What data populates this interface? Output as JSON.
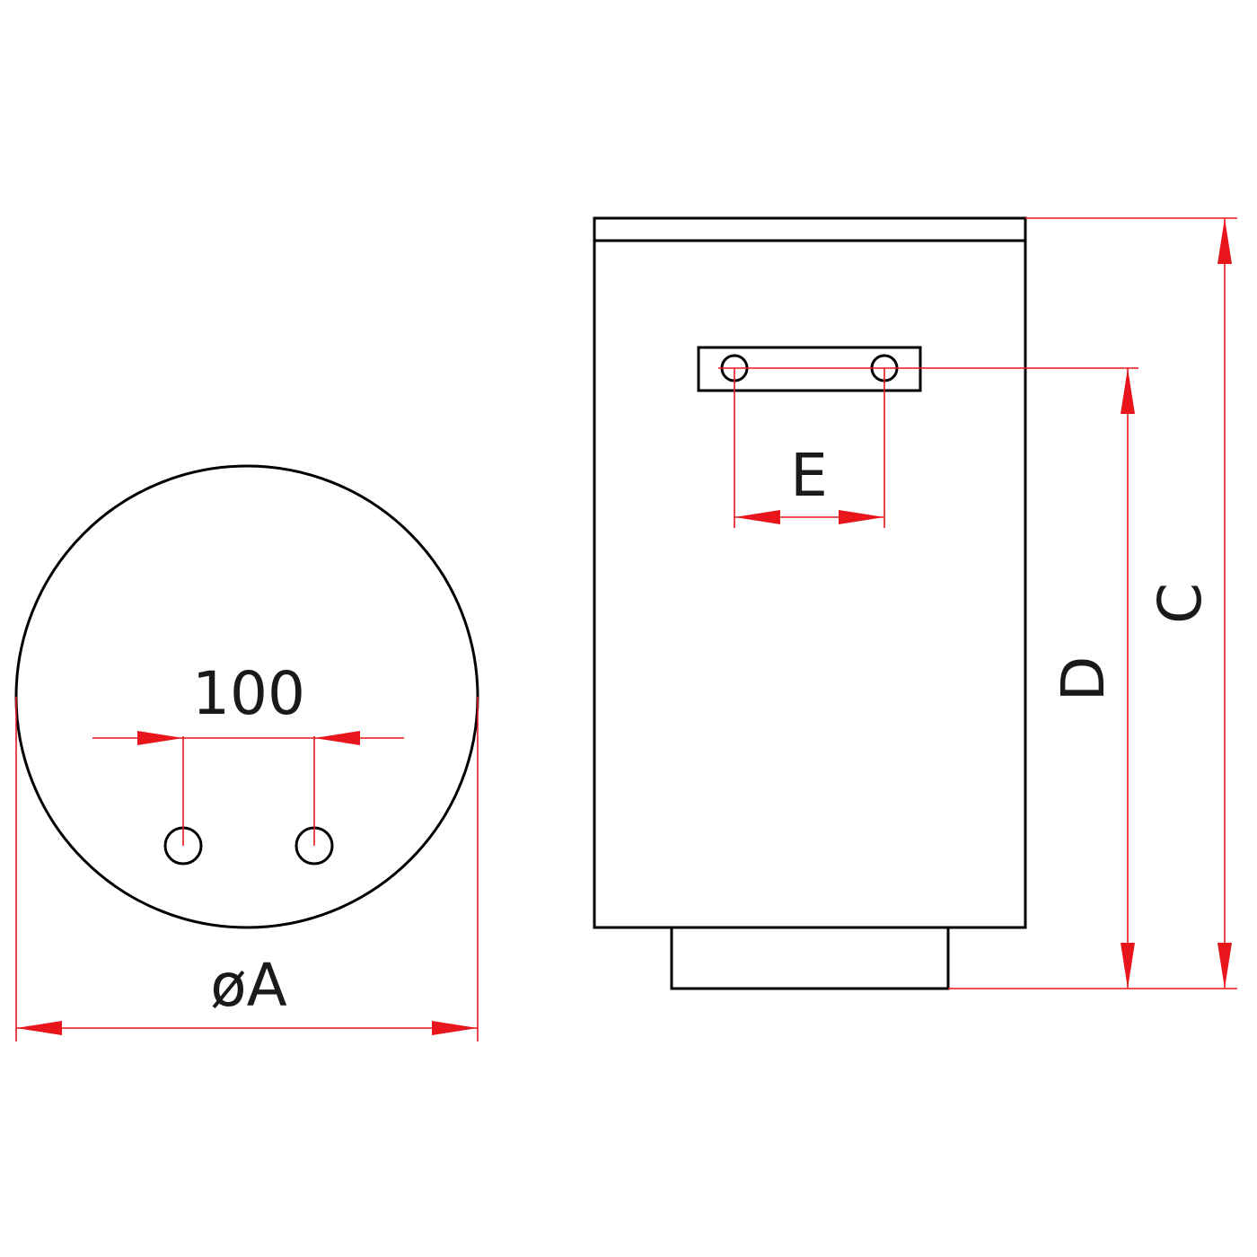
{
  "labels": {
    "pipe_spacing": "100",
    "diameter": "øA",
    "bracket_hole_spacing": "E",
    "height_total": "C",
    "height_to_bracket": "D"
  },
  "colors": {
    "outline": "#000000",
    "dimension": "#e8161c",
    "background": "#ffffff"
  }
}
